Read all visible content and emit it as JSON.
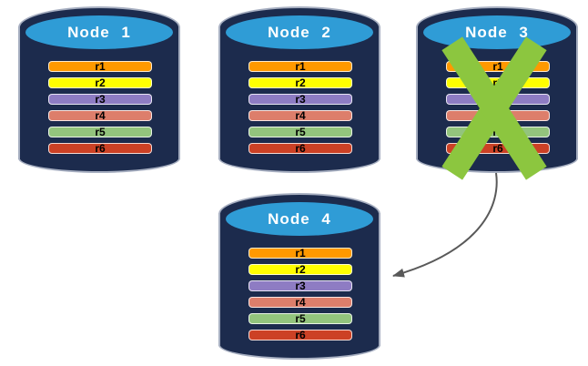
{
  "diagram": {
    "description": "Four database nodes each holding replicas r1-r6; failed Node 3 redirects to new Node 4",
    "colors": {
      "background": "#FFFFFF",
      "cylinder_body": "#1C2B4D",
      "cylinder_outline": "#A6AEC0",
      "cylinder_cap": "#2F9CD6",
      "node_label_text": "#FFFFFF",
      "replica_label_text": "#000000",
      "failure_x": "#8CC63F",
      "arrow": "#595959"
    },
    "nodes": [
      {
        "label": "Node 1",
        "failed": false,
        "rows": [
          {
            "label": "r1",
            "color": "#FF9900"
          },
          {
            "label": "r2",
            "color": "#FFFF00"
          },
          {
            "label": "r3",
            "color": "#8E7CC3"
          },
          {
            "label": "r4",
            "color": "#DD7E6B"
          },
          {
            "label": "r5",
            "color": "#93C47D"
          },
          {
            "label": "r6",
            "color": "#CC4125"
          }
        ]
      },
      {
        "label": "Node 2",
        "failed": false,
        "rows": [
          {
            "label": "r1",
            "color": "#FF9900"
          },
          {
            "label": "r2",
            "color": "#FFFF00"
          },
          {
            "label": "r3",
            "color": "#8E7CC3"
          },
          {
            "label": "r4",
            "color": "#DD7E6B"
          },
          {
            "label": "r5",
            "color": "#93C47D"
          },
          {
            "label": "r6",
            "color": "#CC4125"
          }
        ]
      },
      {
        "label": "Node 3",
        "failed": true,
        "rows": [
          {
            "label": "r1",
            "color": "#FF9900"
          },
          {
            "label": "r2",
            "color": "#FFFF00"
          },
          {
            "label": "r3",
            "color": "#8E7CC3"
          },
          {
            "label": "r4",
            "color": "#DD7E6B"
          },
          {
            "label": "r5",
            "color": "#93C47D"
          },
          {
            "label": "r6",
            "color": "#CC4125"
          }
        ]
      },
      {
        "label": "Node 4",
        "failed": false,
        "rows": [
          {
            "label": "r1",
            "color": "#FF9900"
          },
          {
            "label": "r2",
            "color": "#FFFF00"
          },
          {
            "label": "r3",
            "color": "#8E7CC3"
          },
          {
            "label": "r4",
            "color": "#DD7E6B"
          },
          {
            "label": "r5",
            "color": "#93C47D"
          },
          {
            "label": "r6",
            "color": "#CC4125"
          }
        ]
      }
    ],
    "arrow_connection": {
      "from": "Node 3",
      "to": "Node 4",
      "style": "curved"
    }
  }
}
